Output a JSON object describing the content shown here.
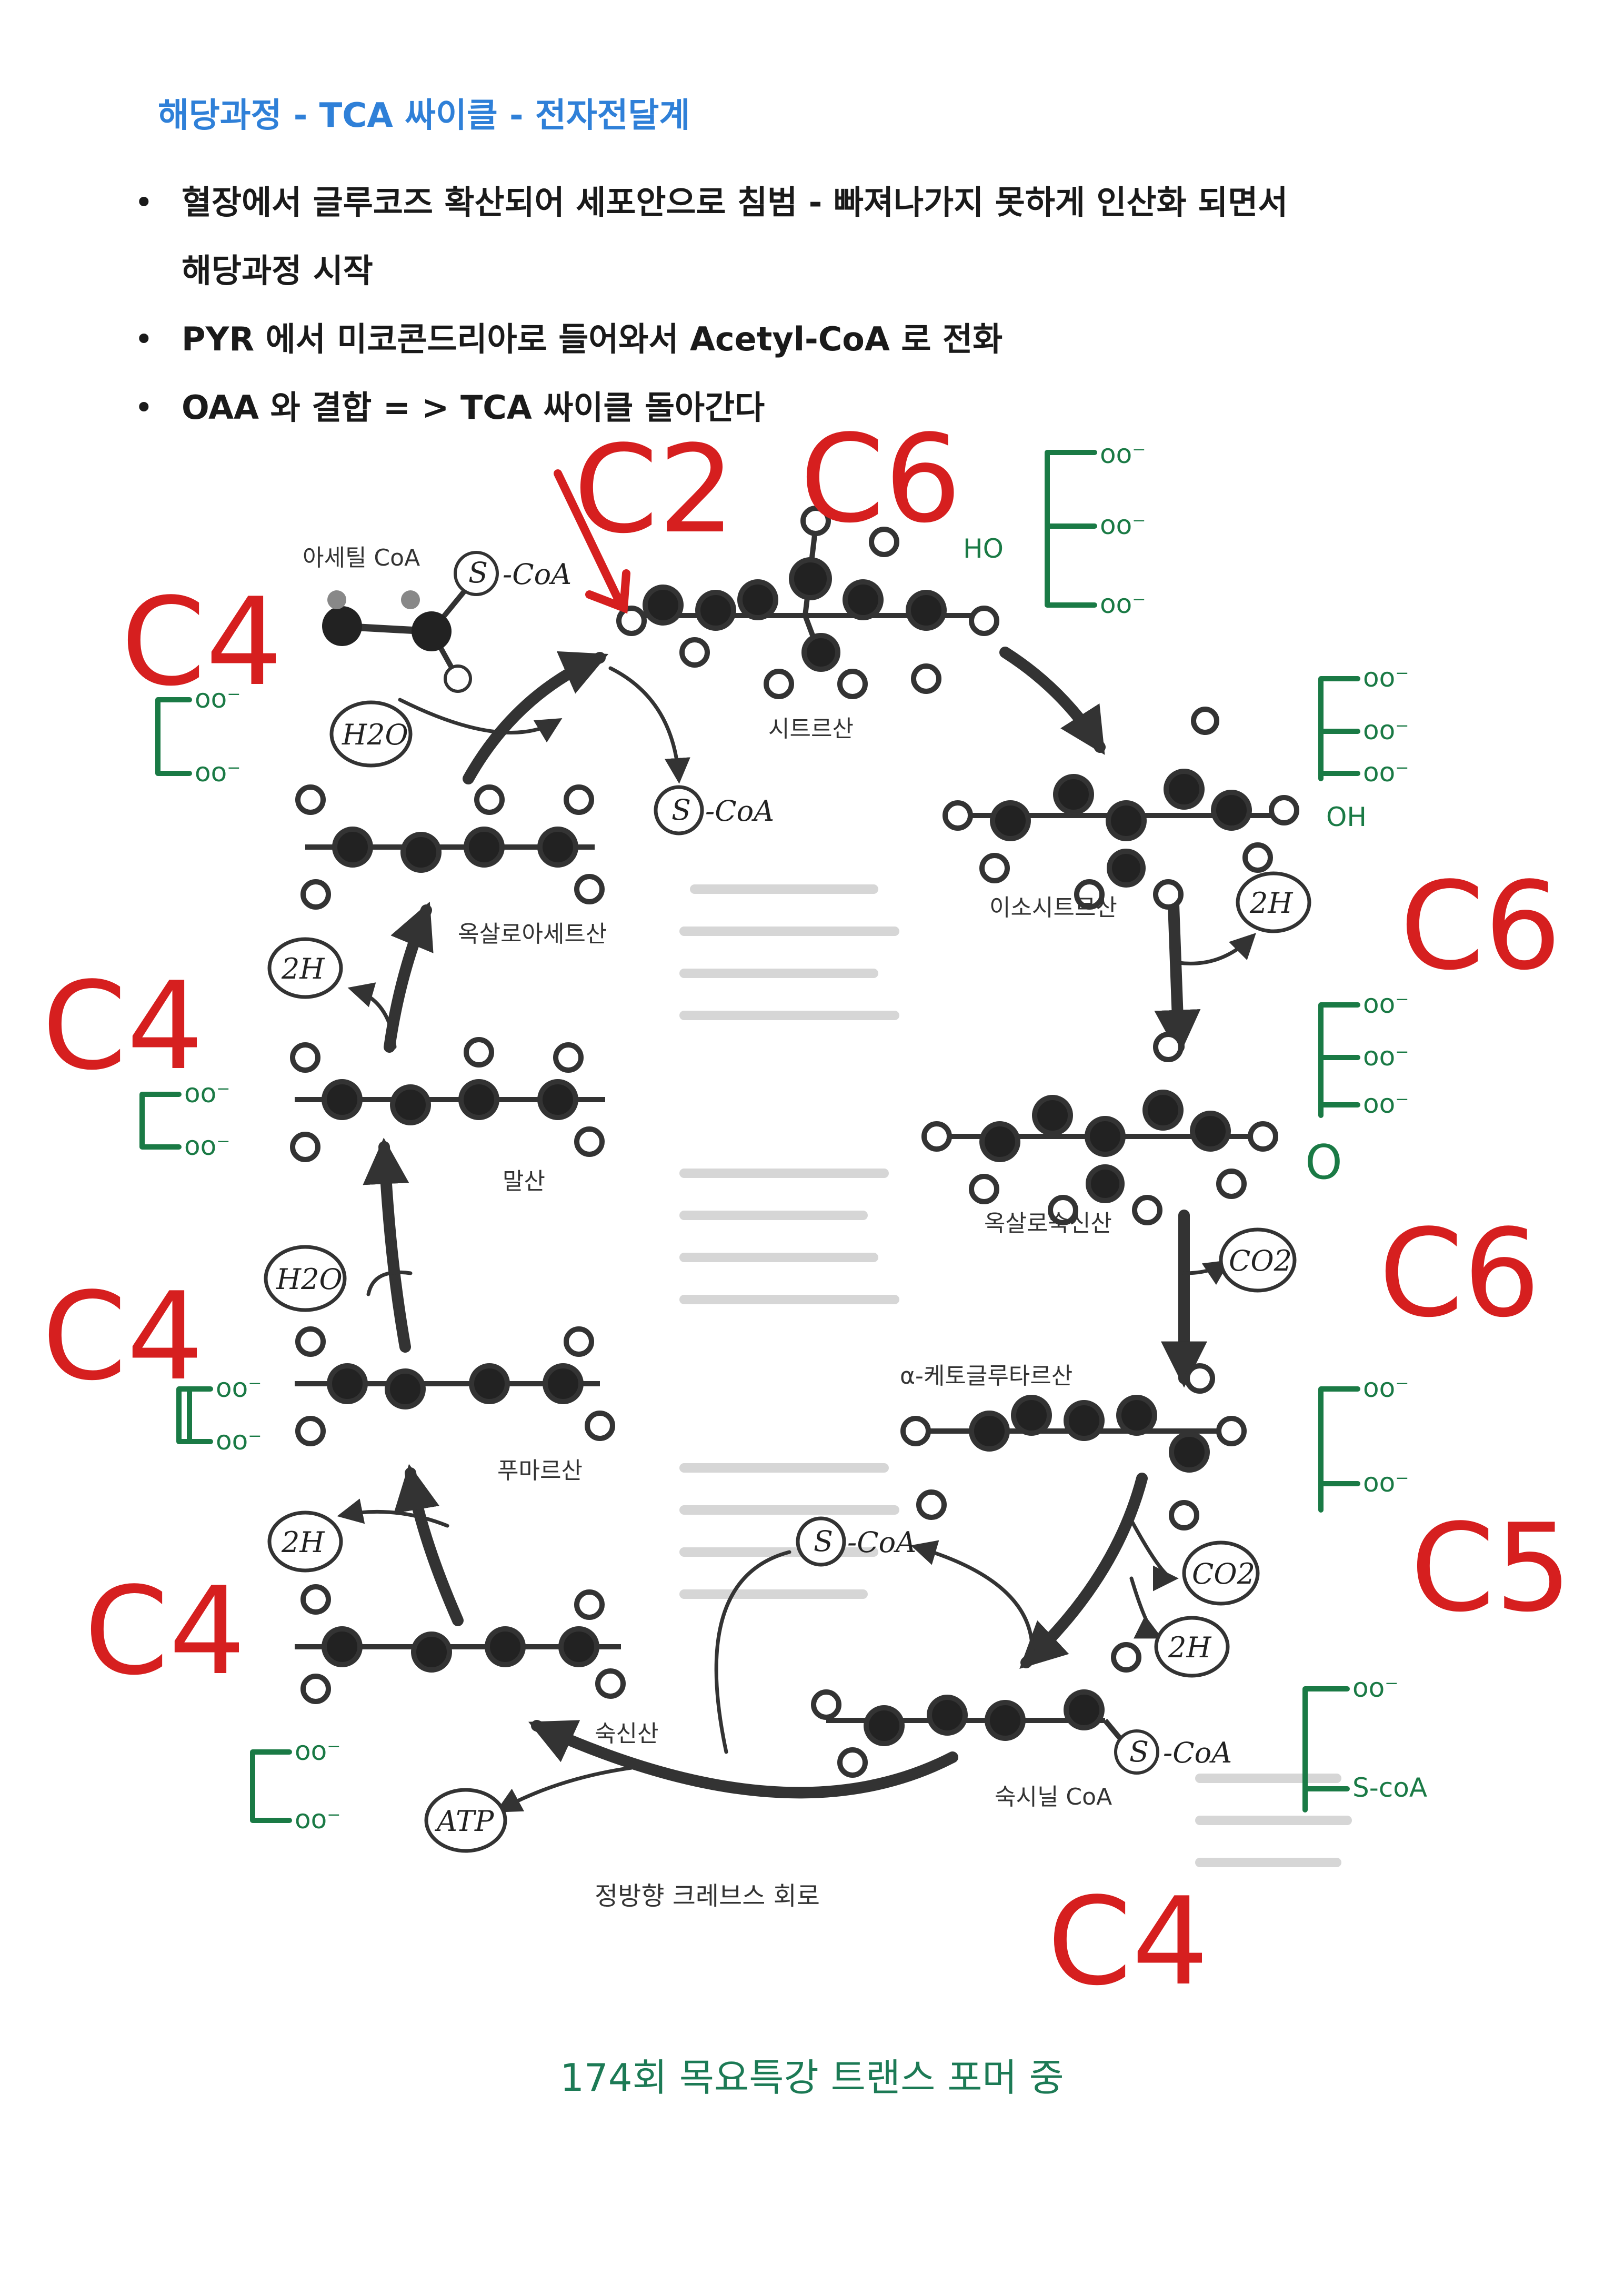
{
  "title": "해당과정 - TCA 싸이클 - 전자전달계",
  "bullets": [
    {
      "line1": "혈장에서 글루코즈 확산되어 세포안으로 침범 - 빠져나가지 못하게 인산화 되면서",
      "line2": "해당과정 시작"
    },
    {
      "line1": "PYR 에서 미코콘드리아로 들어와서 Acetyl-CoA 로 전화"
    },
    {
      "line1": "OAA 와 결합 = >  TCA 싸이클 돌아간다"
    }
  ],
  "diagram": {
    "caption": "정방향 크레브스 회로",
    "molecules": {
      "acetyl_coa": "아세틸 CoA",
      "citrate": "시트르산",
      "isocitrate": "이소시트르산",
      "oxalosuccinate": "옥살로숙신산",
      "alpha_kg": "α-케토글루타르산",
      "succinyl_coa": "숙시닐 CoA",
      "succinate": "숙신산",
      "fumarate": "푸마르산",
      "malate": "말산",
      "oxaloacetate": "옥살로아세트산"
    },
    "cofactors": {
      "s": "S",
      "coa": "CoA",
      "coa_label": "-CoA",
      "h2o": "H2O",
      "two_h": "2H",
      "co2": "CO2",
      "atp": "ATP"
    },
    "handwritten": {
      "c2": "C2",
      "c4": "C4",
      "c5": "C5",
      "c6": "C6",
      "ho": "HO",
      "oh": "OH",
      "o": "O",
      "coo": "oo⁻",
      "s_coa": "S-coA"
    }
  },
  "footer": "174회 목요특강   트랜스 포머 중"
}
